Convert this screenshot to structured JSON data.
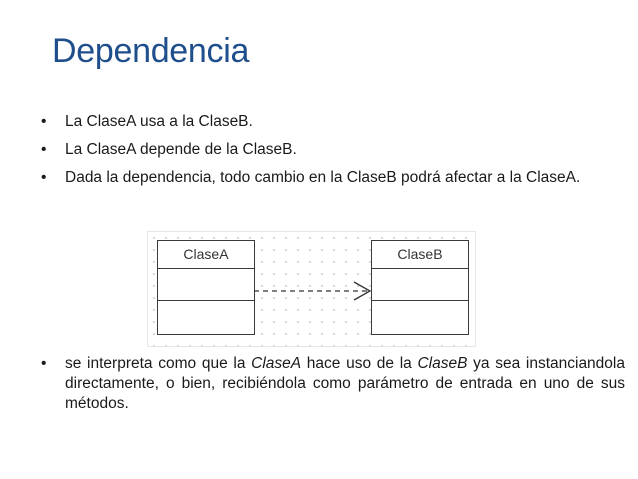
{
  "slide": {
    "title": "Dependencia",
    "bullet_glyph": "•",
    "bullets": [
      "La ClaseA usa a la ClaseB.",
      "La ClaseA depende de la ClaseB.",
      "Dada la dependencia, todo cambio en la ClaseB podrá afectar a la ClaseA."
    ],
    "final_bullet": {
      "part1": "se interpreta como que la ",
      "em1": "ClaseA",
      "part2": " hace uso de la ",
      "em2": "ClaseB",
      "part3": " ya sea instanciandola directamente, o bien, recibiéndola como parámetro de entrada en uno de sus métodos."
    }
  },
  "diagram": {
    "class_a": "ClaseA",
    "class_b": "ClaseB",
    "relationship": "dependency (dashed arrow from ClaseA to ClaseB)"
  }
}
